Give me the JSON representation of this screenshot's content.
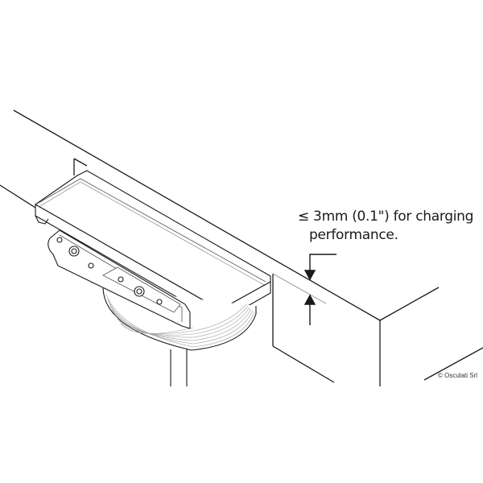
{
  "diagram": {
    "subject": "wireless charger installed under countertop",
    "annotation": {
      "line1": "≤ 3mm (0.1\") for charging",
      "line2": "performance."
    },
    "copyright": "© Osculati Srl",
    "colors": {
      "background": "#ffffff",
      "line": "#1a1a1a",
      "thin_line": "#888888"
    },
    "dimension_marker": {
      "label_ref": "annotation",
      "arrows": [
        "down-arrow",
        "up-arrow"
      ]
    }
  }
}
